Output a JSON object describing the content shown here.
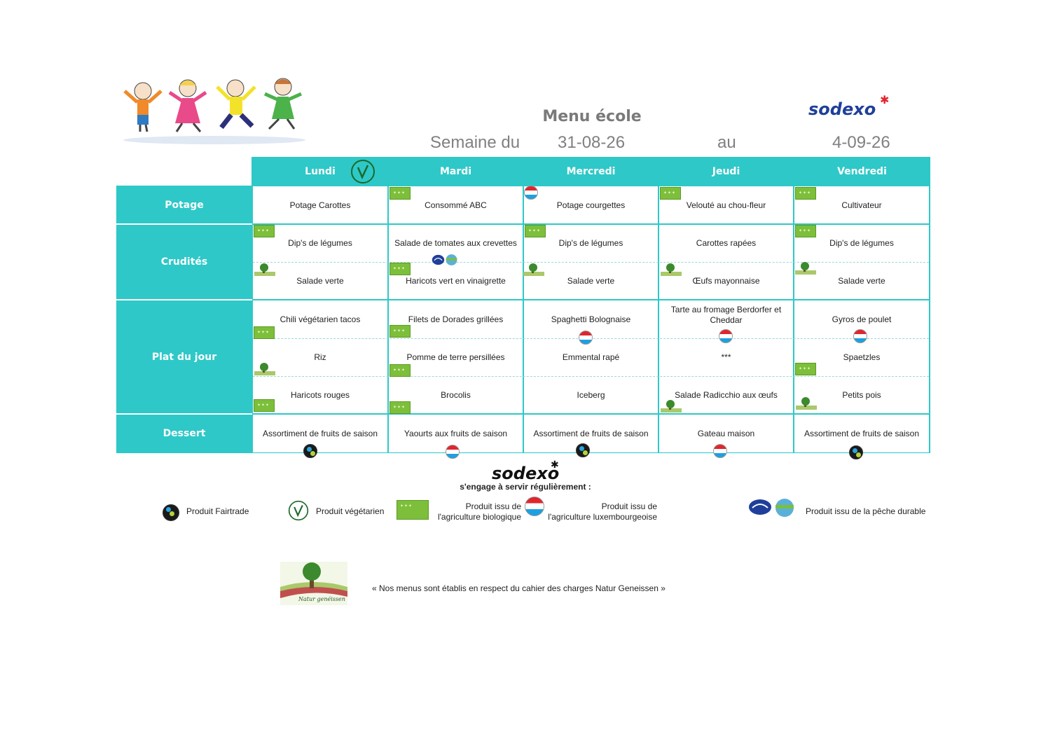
{
  "header": {
    "title": "Menu école",
    "week_label": "Semaine du",
    "start_date": "31-08-26",
    "to_label": "au",
    "end_date": "4-09-26",
    "brand": "sodexo"
  },
  "days": [
    "Lundi",
    "Mardi",
    "Mercredi",
    "Jeudi",
    "Vendredi"
  ],
  "sections": {
    "potage": "Potage",
    "crudites": "Crudités",
    "plat": "Plat du jour",
    "dessert": "Dessert"
  },
  "menu": {
    "potage": [
      "Potage Carottes",
      "Consommé ABC",
      "Potage courgettes",
      "Velouté au chou-fleur",
      "Cultivateur"
    ],
    "crudites_1": [
      "Dip's de légumes",
      "Salade de tomates aux crevettes",
      "Dip's de légumes",
      "Carottes rapées",
      "Dip's de légumes"
    ],
    "crudites_2": [
      "Salade verte",
      "Haricots vert en vinaigrette",
      "Salade verte",
      "Œufs mayonnaise",
      "Salade verte"
    ],
    "plat_1": [
      "Chili végétarien tacos",
      "Filets de Dorades grillées",
      "Spaghetti Bolognaise",
      "Tarte au fromage Berdorfer et Cheddar",
      "Gyros de poulet"
    ],
    "plat_2": [
      "Riz",
      "Pomme de terre persillées",
      "Emmental rapé",
      "***",
      "Spaetzles"
    ],
    "plat_3": [
      "Haricots rouges",
      "Brocolis",
      "Iceberg",
      "Salade Radicchio aux œufs",
      "Petits pois"
    ],
    "dessert": [
      "Assortiment de fruits de saison",
      "Yaourts aux fruits de saison",
      "Assortiment de fruits de saison",
      "Gateau maison",
      "Assortiment de fruits de saison"
    ]
  },
  "engagement": {
    "brand": "sodexo",
    "text": "s'engage à servir régulièrement :"
  },
  "legend": {
    "fairtrade": "Produit Fairtrade",
    "vegetarian": "Produit végétarien",
    "bio_line1": "Produit issu de",
    "bio_line2": "l'agriculture biologique",
    "lux_line1": "Produit issu de",
    "lux_line2": "l'agriculture luxembourgeoise",
    "fishing": "Produit issu de la pêche durable"
  },
  "footer": {
    "natur_text": "« Nos menus sont établis en respect du cahier des charges Natur Geneissen »",
    "natur_logo_text": "Natur genéissen"
  },
  "colors": {
    "accent": "#2ec8c8",
    "bio": "#7dbf3a",
    "brand_blue": "#1f3f9a",
    "brand_red": "#e0262d"
  }
}
